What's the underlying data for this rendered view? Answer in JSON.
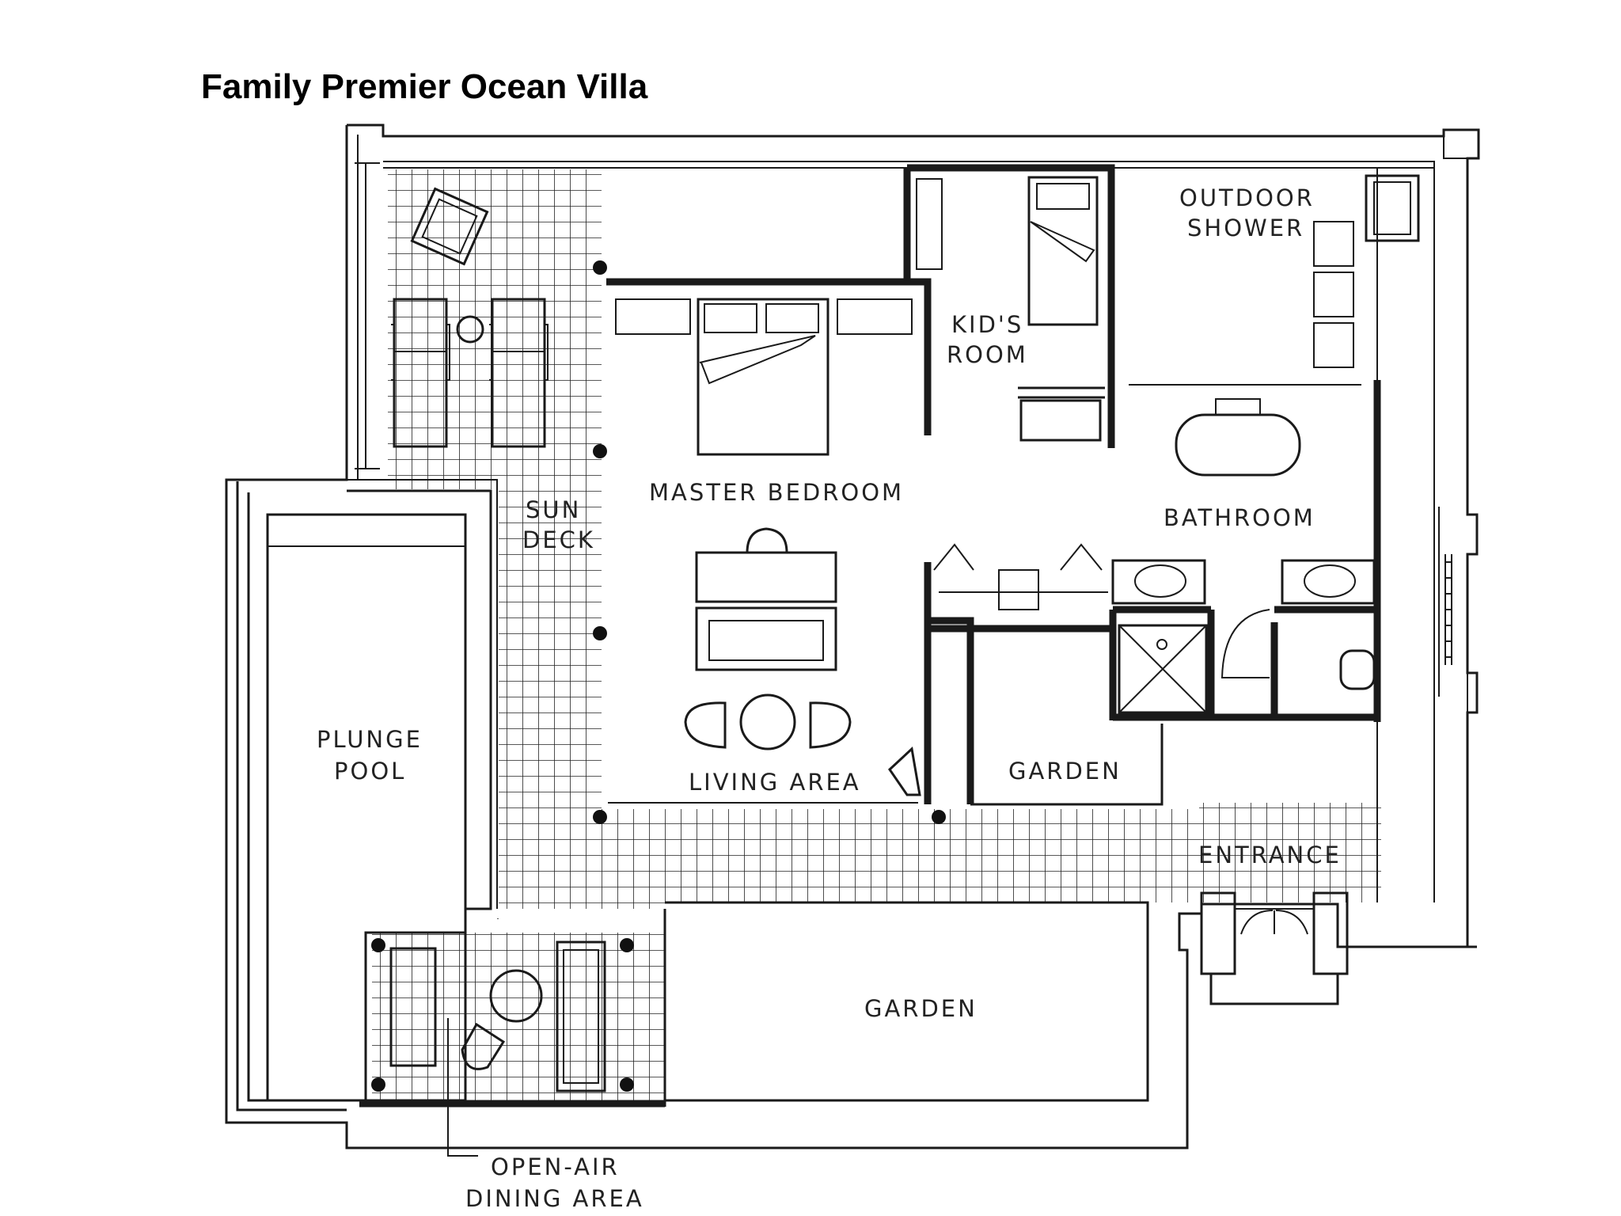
{
  "title": "Family Premier Ocean Villa",
  "labels": {
    "outdoor_shower_1": "OUTDOOR",
    "outdoor_shower_2": "SHOWER",
    "kids_room_1": "KID'S",
    "kids_room_2": "ROOM",
    "master_bedroom": "MASTER BEDROOM",
    "sun_deck_1": "SUN",
    "sun_deck_2": "DECK",
    "bathroom": "BATHROOM",
    "plunge_pool_1": "PLUNGE",
    "plunge_pool_2": "POOL",
    "living_area": "LIVING AREA",
    "garden_inner": "GARDEN",
    "entrance": "ENTRANCE",
    "garden_main": "GARDEN",
    "dining_1": "OPEN-AIR",
    "dining_2": "DINING AREA"
  }
}
